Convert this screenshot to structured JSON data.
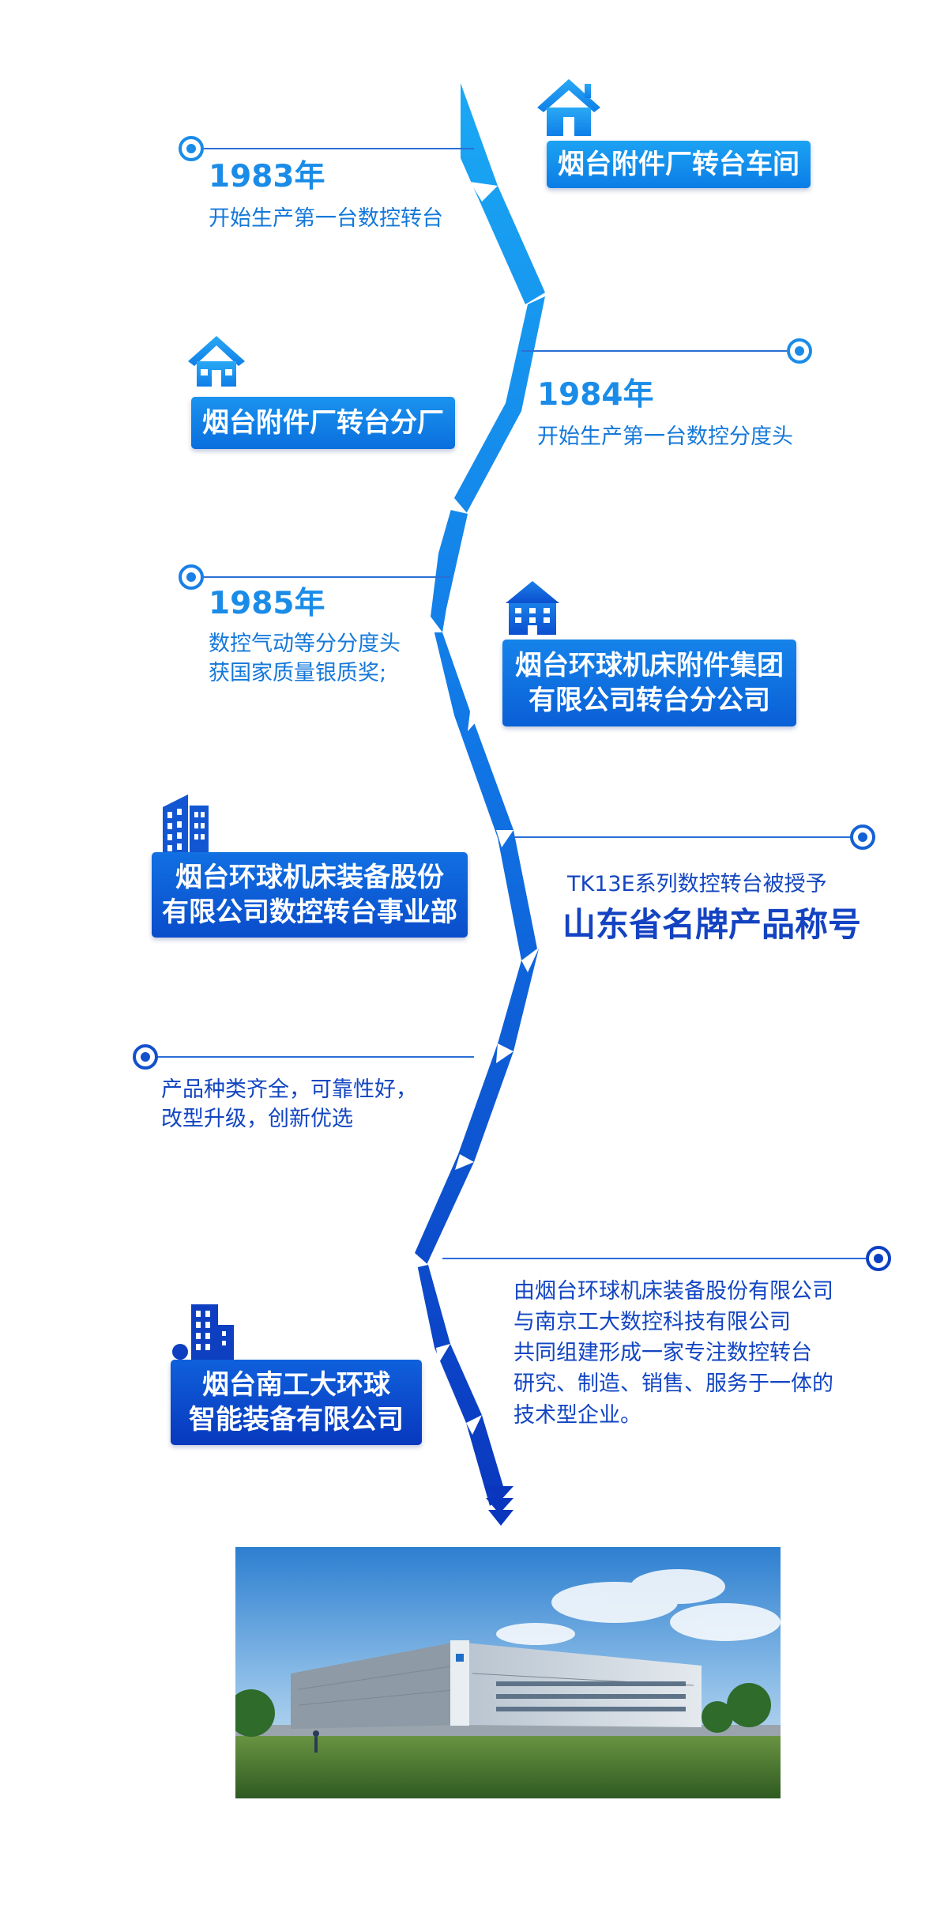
{
  "milestones": [
    {
      "year": "1983年",
      "desc": [
        "开始生产第一台数控转台"
      ],
      "unit": [
        "烟台附件厂转台车间"
      ]
    },
    {
      "year": "1984年",
      "desc": [
        "开始生产第一台数控分度头"
      ],
      "unit": [
        "烟台附件厂转台分厂"
      ]
    },
    {
      "year": "1985年",
      "desc": [
        "数控气动等分分度头",
        "获国家质量银质奖;"
      ],
      "unit": [
        "烟台环球机床附件集团",
        "有限公司转台分公司"
      ]
    },
    {
      "honor_line1": "TK13E系列数控转台被授予",
      "honor_line2": "山东省名牌产品称号",
      "unit": [
        "烟台环球机床装备股份",
        "有限公司数控转台事业部"
      ]
    },
    {
      "desc": [
        "产品种类齐全，可靠性好，",
        "改型升级，创新优选"
      ]
    },
    {
      "desc": [
        "由烟台环球机床装备股份有限公司",
        "与南京工大数控科技有限公司",
        "共同组建形成一家专注数控转台",
        "研究、制造、销售、服务于一体的",
        "技术型企业。"
      ],
      "unit": [
        "烟台南工大环球",
        "智能装备有限公司"
      ]
    }
  ],
  "colors": {
    "accent_light": "#1ca2f3",
    "accent_dark": "#0838bd",
    "line": "#2a6fd6"
  },
  "icons": [
    "house-icon",
    "house-icon",
    "office-building-icon",
    "tall-building-icon",
    "building-with-tree-icon"
  ]
}
